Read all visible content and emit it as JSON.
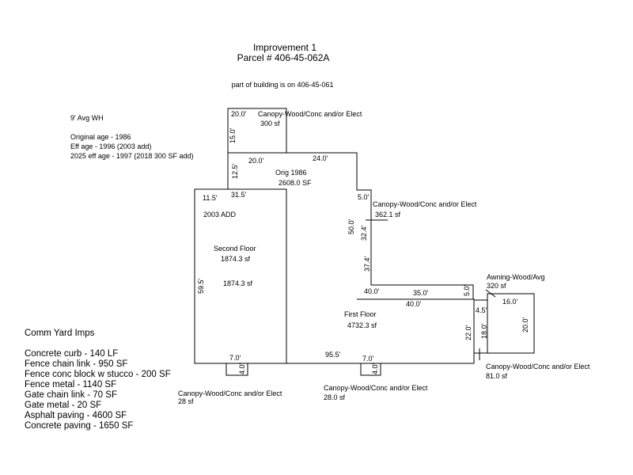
{
  "header": {
    "title": "Improvement 1",
    "parcel": "Parcel # 406-45-062A",
    "note": "part of building is on 406-45-061"
  },
  "info_notes": {
    "wall_height": "9' Avg WH",
    "original_age": "Original age - 1986",
    "eff_age": "Eff age - 1996 (2003 add)",
    "eff_age_2025": "2025 eff age - 1997 (2018 300 SF add)"
  },
  "areas": {
    "canopy_top": {
      "name": "Canopy-Wood/Conc and/or Elect",
      "size": "300 sf"
    },
    "orig": {
      "name": "Orig  1986",
      "size": "2608.0 SF"
    },
    "addition": {
      "name": "2003 ADD"
    },
    "second_floor": {
      "name": "Second Floor",
      "size": "1874.3 sf",
      "size2": "1874.3 sf"
    },
    "first_floor": {
      "name": "First Floor",
      "size": "4732.3 sf"
    },
    "canopy_right": {
      "name": "Canopy-Wood/Conc and/or Elect",
      "size": "362.1 sf"
    },
    "awning": {
      "name": "Awning-Wood/Avg",
      "size": "320 sf"
    },
    "canopy_bottom_right": {
      "name": "Canopy-Wood/Conc and/or Elect",
      "size": "81.0 sf"
    },
    "canopy_bottom_mid": {
      "name": "Canopy-Wood/Conc and/or Elect",
      "size": "28.0 sf"
    },
    "canopy_bottom_left": {
      "name": "Canopy-Wood/Conc and/or Elect",
      "size": "28 sf"
    }
  },
  "dimensions": {
    "d20_top": "20.0'",
    "d15": "15.0'",
    "d20_mid": "20.0'",
    "d24": "24.0'",
    "d12_5": "12.5'",
    "d11_5": "11.5'",
    "d31_5": "31.5'",
    "d5_top": "5.0'",
    "d50": "50.0'",
    "d32_4": "32.4'",
    "d37_4": "37.4'",
    "d59_5": "59.5'",
    "d40_a": "40.0'",
    "d35": "35.0'",
    "d5_right": "5.0'",
    "d40_b": "40.0'",
    "d4_5": "4.5'",
    "d16": "16.0'",
    "d20_awning": "20.0'",
    "d22": "22.0'",
    "d18": "18.0'",
    "d7_left": "7.0'",
    "d4_left": "4.0'",
    "d95_5": "95.5'",
    "d7_mid": "7.0'",
    "d4_mid": "4.0'"
  },
  "yard_imps": {
    "title": "Comm Yard Imps",
    "items": [
      "Concrete curb - 140 LF",
      "Fence chain link - 950 SF",
      "Fence conc block w stucco - 200 SF",
      "Fence metal - 1140 SF",
      "Gate chain link - 70 SF",
      "Gate metal - 20 SF",
      "Asphalt paving - 4600 SF",
      "Concrete paving - 1650 SF"
    ]
  }
}
